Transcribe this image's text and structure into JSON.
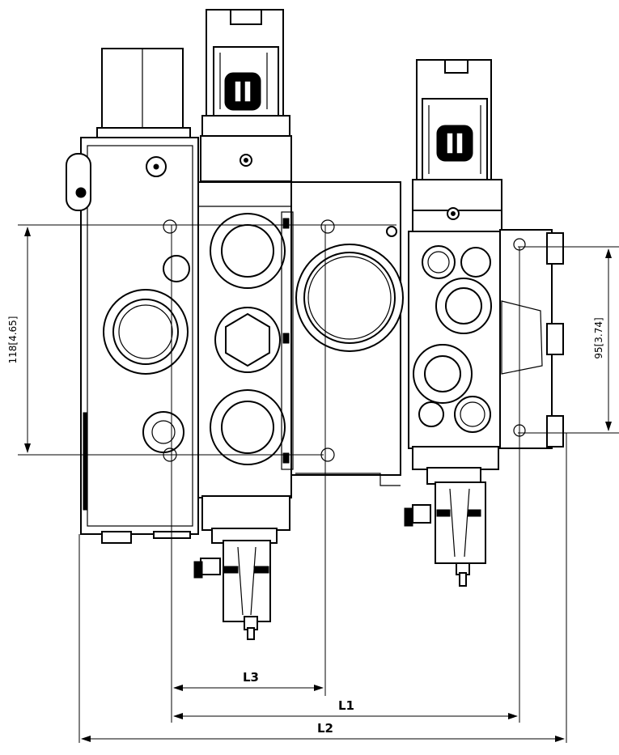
{
  "dimensions": {
    "vertical_left": "118[4.65]",
    "vertical_right": "95[3.74]",
    "l3": "L3",
    "l1": "L1",
    "l2": "L2"
  }
}
